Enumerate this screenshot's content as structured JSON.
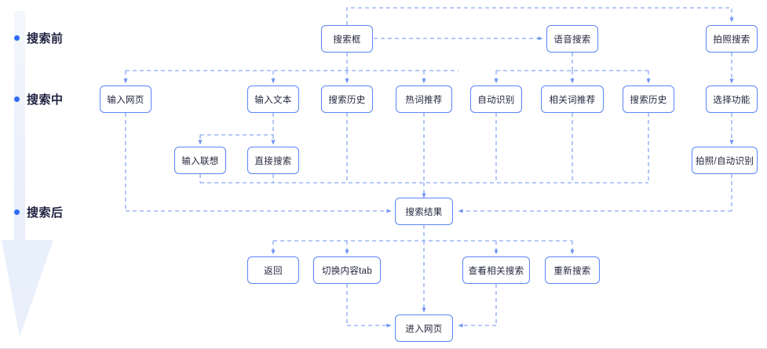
{
  "diagram": {
    "title": "search-flow",
    "accent_color": "#5a84f7",
    "label_color": "#202340",
    "connector_color": "#7fa0f2",
    "stages": [
      {
        "id": "pre",
        "label": "搜索前"
      },
      {
        "id": "mid",
        "label": "搜索中"
      },
      {
        "id": "post",
        "label": "搜索后"
      }
    ],
    "nodes": [
      {
        "id": "search-box",
        "label": "搜索框",
        "row": "pre"
      },
      {
        "id": "voice-search",
        "label": "语音搜索",
        "row": "pre"
      },
      {
        "id": "photo-search",
        "label": "拍照搜索",
        "row": "pre"
      },
      {
        "id": "input-url",
        "label": "输入网页",
        "row": "mid"
      },
      {
        "id": "input-text",
        "label": "输入文本",
        "row": "mid"
      },
      {
        "id": "search-history-1",
        "label": "搜索历史",
        "row": "mid"
      },
      {
        "id": "hot-words",
        "label": "热词推荐",
        "row": "mid"
      },
      {
        "id": "auto-recognize",
        "label": "自动识别",
        "row": "mid"
      },
      {
        "id": "related-words",
        "label": "相关词推荐",
        "row": "mid"
      },
      {
        "id": "search-history-2",
        "label": "搜索历史",
        "row": "mid"
      },
      {
        "id": "choose-function",
        "label": "选择功能",
        "row": "mid"
      },
      {
        "id": "input-suggest",
        "label": "输入联想",
        "row": "mid2"
      },
      {
        "id": "direct-search",
        "label": "直接搜索",
        "row": "mid2"
      },
      {
        "id": "photo-auto",
        "label": "拍照/自动识别",
        "row": "mid2"
      },
      {
        "id": "search-result",
        "label": "搜索结果",
        "row": "post"
      },
      {
        "id": "back",
        "label": "返回",
        "row": "post2"
      },
      {
        "id": "switch-tab",
        "label": "切换内容tab",
        "row": "post2"
      },
      {
        "id": "view-related",
        "label": "查看相关搜索",
        "row": "post2"
      },
      {
        "id": "search-again",
        "label": "重新搜索",
        "row": "post2"
      },
      {
        "id": "enter-page",
        "label": "进入网页",
        "row": "post3"
      }
    ]
  }
}
